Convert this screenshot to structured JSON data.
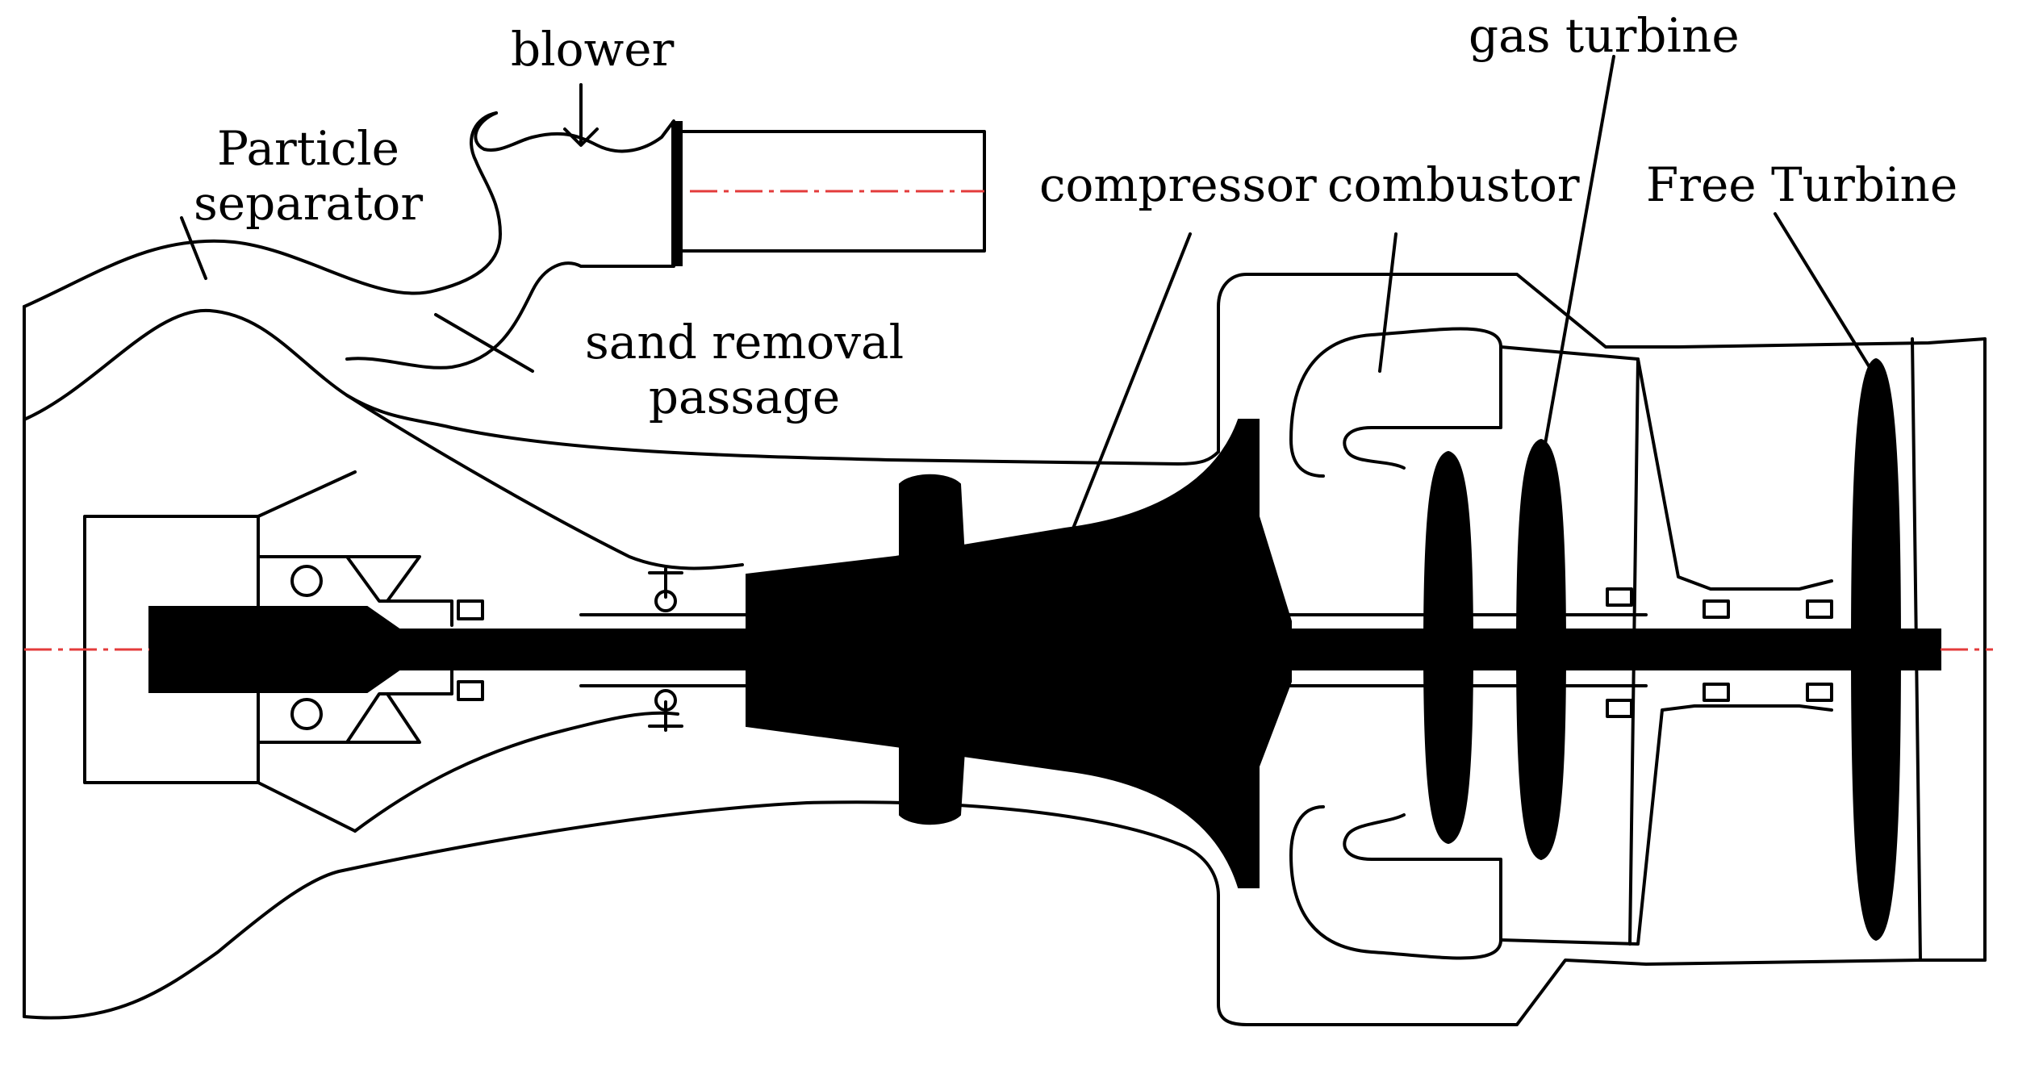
{
  "labels": {
    "blower": "blower",
    "particle_separator_line1": "Particle",
    "particle_separator_line2": "separator",
    "sand_removal_line1": "sand removal",
    "sand_removal_line2": "passage",
    "compressor": "compressor",
    "combustor": "combustor",
    "gas_turbine": "gas turbine",
    "free_turbine": "Free Turbine"
  },
  "colors": {
    "stroke": "#000000",
    "fill_solid": "#000000",
    "centerline": "#e33b3b",
    "background": "#ffffff"
  }
}
